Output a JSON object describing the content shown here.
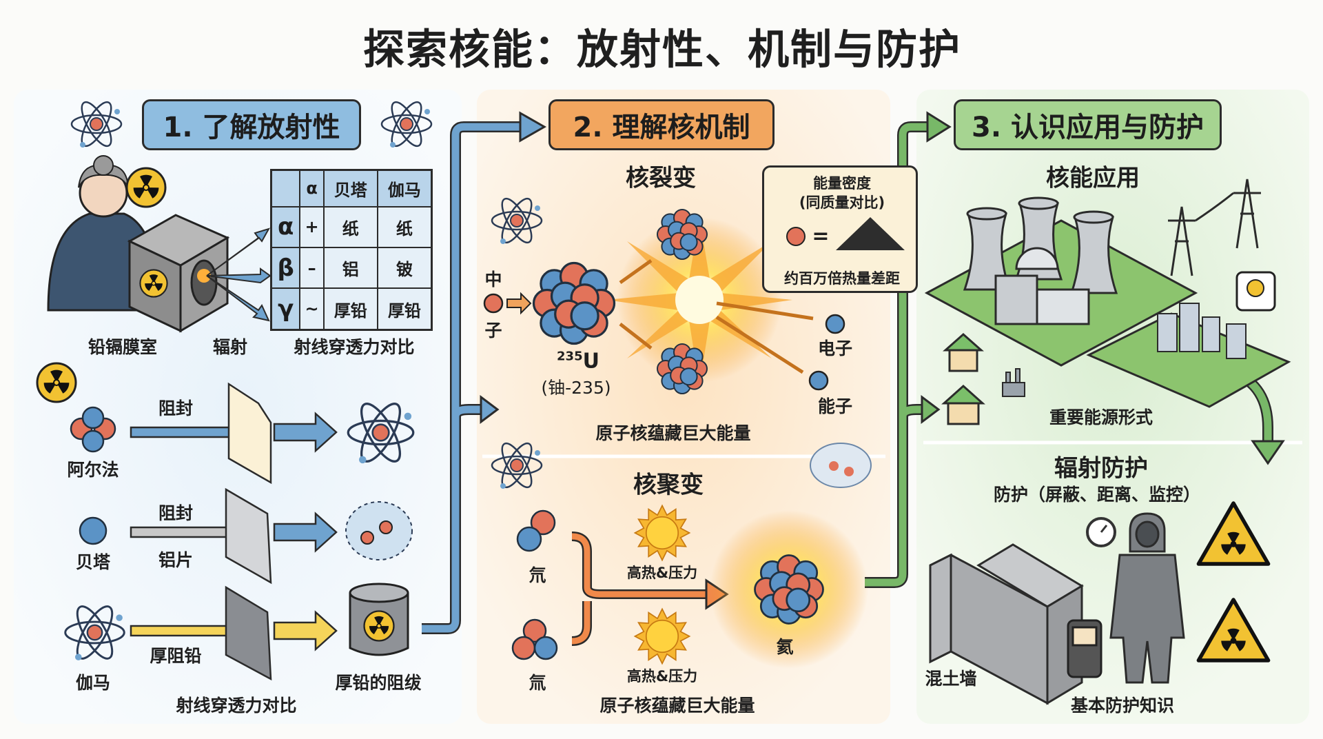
{
  "title": "探索核能：放射性、机制与防护",
  "section1": {
    "header": "1. 了解放射性",
    "chamber_label": "铅镉膜室",
    "radiation_label": "辐射",
    "table_caption": "射线穿透力对比",
    "table": {
      "columns": [
        "",
        "α",
        "贝塔",
        "伽马"
      ],
      "rows": [
        [
          "α",
          "+",
          "纸",
          "纸"
        ],
        [
          "β",
          "–",
          "铝",
          "铍"
        ],
        [
          "γ",
          "~",
          "厚铅",
          "厚铅"
        ]
      ]
    },
    "rays": [
      {
        "name": "阿尔法",
        "block_label": "阻封",
        "barrier": "paper"
      },
      {
        "name": "贝塔",
        "block_label": "阻封",
        "barrier_label": "铝片"
      },
      {
        "name": "伽马",
        "block_label": "厚阻铅",
        "result_label": "厚铅的阻绂"
      }
    ],
    "bottom_caption": "射线穿透力对比"
  },
  "section2": {
    "header": "2. 理解核机制",
    "fission": {
      "title": "核裂变",
      "neutron_label": [
        "中",
        "子"
      ],
      "isotope_mass": "235",
      "isotope_symbol": "U",
      "isotope_name": "(铀-235)",
      "product1": "电子",
      "product2": "能子",
      "caption": "原子核蕴藏巨大能量",
      "energy_box": {
        "title": "能量密度",
        "subtitle": "(同质量对比)",
        "equals": "=",
        "caption": "约百万倍热量差距"
      }
    },
    "fusion": {
      "title": "核聚变",
      "input1": "氘",
      "input2": "氚",
      "condition1": "高热&压力",
      "condition2": "高热&压力",
      "product": "氦",
      "caption": "原子核蕴藏巨大能量"
    }
  },
  "section3": {
    "header": "3. 认识应用与防护",
    "application": {
      "title": "核能应用",
      "caption": "重要能源形式"
    },
    "protection": {
      "title": "辐射防护",
      "subtitle": "防护（屏蔽、距离、监控）",
      "wall_label": "混土墙",
      "caption": "基本防护知识"
    }
  },
  "colors": {
    "blue": "#6fa3cf",
    "orange": "#f0a35c",
    "green": "#78b868",
    "hazard": "#f2c232",
    "proton": "#e2735a",
    "neutron": "#5b93c6"
  }
}
